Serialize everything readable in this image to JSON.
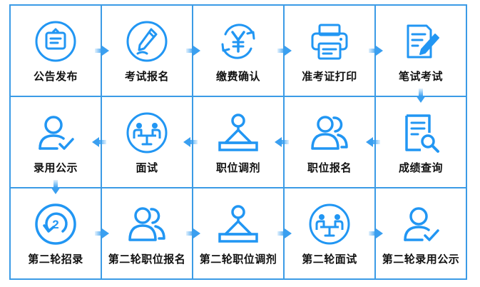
{
  "accent": "#3b9be6",
  "icon_color": "#2196f3",
  "arrow_color": "#3a9ff0",
  "steps": [
    {
      "label": "公告发布",
      "icon": "notice-icon"
    },
    {
      "label": "考试报名",
      "icon": "pen-icon"
    },
    {
      "label": "缴费确认",
      "icon": "yen-icon"
    },
    {
      "label": "准考证打印",
      "icon": "printer-icon"
    },
    {
      "label": "笔试考试",
      "icon": "document-pen-icon"
    },
    {
      "label": "录用公示",
      "icon": "user-check-icon"
    },
    {
      "label": "面试",
      "icon": "interview-icon"
    },
    {
      "label": "职位调剂",
      "icon": "adjust-icon"
    },
    {
      "label": "职位报名",
      "icon": "users-icon"
    },
    {
      "label": "成绩查询",
      "icon": "doc-search-icon"
    },
    {
      "label": "第二轮招录",
      "icon": "round-two-icon"
    },
    {
      "label": "第二轮职位报名",
      "icon": "users-icon"
    },
    {
      "label": "第二轮职位调剂",
      "icon": "adjust-icon"
    },
    {
      "label": "第二轮面试",
      "icon": "interview-icon"
    },
    {
      "label": "第二轮录用公示",
      "icon": "user-check-icon"
    }
  ]
}
